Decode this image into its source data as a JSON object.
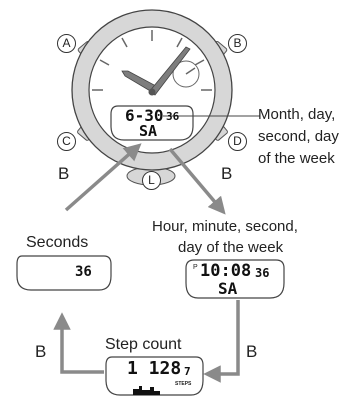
{
  "watch": {
    "buttons": {
      "a": "A",
      "b": "B",
      "c": "C",
      "d": "D",
      "l": "L"
    },
    "display": {
      "date": "6-30",
      "seconds": "36",
      "day": "SA"
    }
  },
  "labels": {
    "month_day_desc": [
      "Month, day,",
      "second, day",
      "of the week"
    ],
    "hour_desc": [
      "Hour, minute, second,",
      "day of the week"
    ],
    "seconds_title": "Seconds",
    "step_title": "Step count",
    "press_b": "B"
  },
  "screens": {
    "time": {
      "pm": "P",
      "time": "10:08",
      "seconds": "36",
      "day": "SA"
    },
    "seconds": {
      "value": "36"
    },
    "steps": {
      "value": "1 128",
      "small": "7",
      "unit": "STEPS"
    }
  },
  "colors": {
    "bezel": "#d7d7d7",
    "line": "#444444",
    "arrow": "#8a8a8a",
    "hand": "#7d7d7d"
  }
}
